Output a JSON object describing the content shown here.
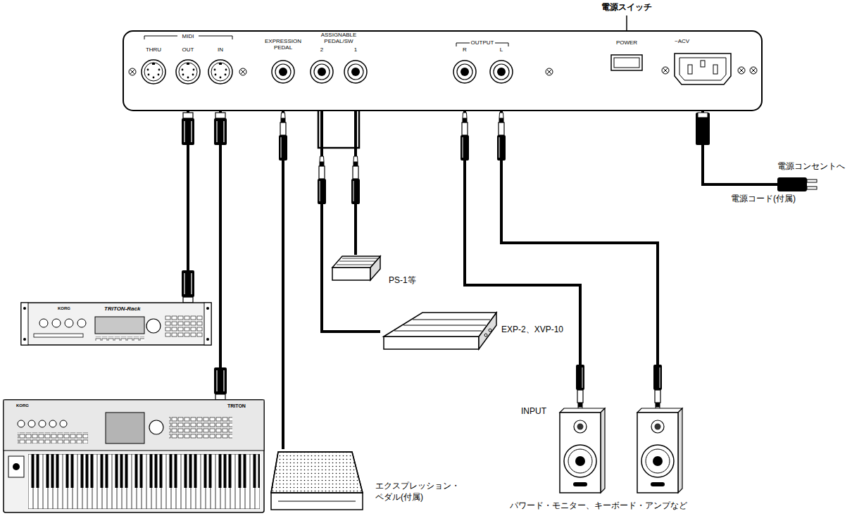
{
  "diagram": {
    "nodes": [
      {
        "text": [
          "THRU"
        ]
      },
      {
        "text": [
          "OUT"
        ]
      },
      {
        "text": [
          "IN"
        ]
      },
      {
        "text": [
          "EXPRESSION PEDAL"
        ]
      },
      {
        "text": [
          "2"
        ]
      },
      {
        "text": [
          "1"
        ]
      },
      {
        "text": [
          "R"
        ]
      },
      {
        "text": [
          "L"
        ]
      },
      {
        "text": [
          "POWER"
        ]
      },
      {
        "text": [
          "~ACV"
        ]
      },
      {
        "text": [
          "KORG",
          "TRITON-Rack"
        ]
      },
      {
        "text": [
          "KORG",
          "TRITON"
        ]
      },
      {
        "text": [
          "PS-1等"
        ]
      },
      {
        "text": [
          "EXP-2、XVP-10"
        ]
      },
      {
        "text": [
          "エクスプレッション・ ペダル(付属)"
        ]
      },
      {
        "text": [
          "INPUT",
          "パワード・モニター、キーボード・アンプなど"
        ]
      },
      {
        "text": [
          "電源コンセントへ",
          "電源コード(付属)"
        ]
      }
    ],
    "edges": [
      {
        "from": 1,
        "to": 10,
        "arrow": "none"
      },
      {
        "from": 2,
        "to": 11,
        "arrow": "none"
      },
      {
        "from": 3,
        "to": 14,
        "arrow": "none"
      },
      {
        "from": 4,
        "to": 13,
        "arrow": "none"
      },
      {
        "from": 5,
        "to": 12,
        "arrow": "none"
      },
      {
        "from": 6,
        "to": 15,
        "arrow": "none"
      },
      {
        "from": 7,
        "to": 15,
        "arrow": "none"
      },
      {
        "from": 9,
        "to": 16,
        "arrow": "none"
      }
    ],
    "labels": [
      "電源スイッチ",
      "MIDI",
      "ASSIGNABLE PEDAL/SW",
      "OUTPUT"
    ]
  }
}
